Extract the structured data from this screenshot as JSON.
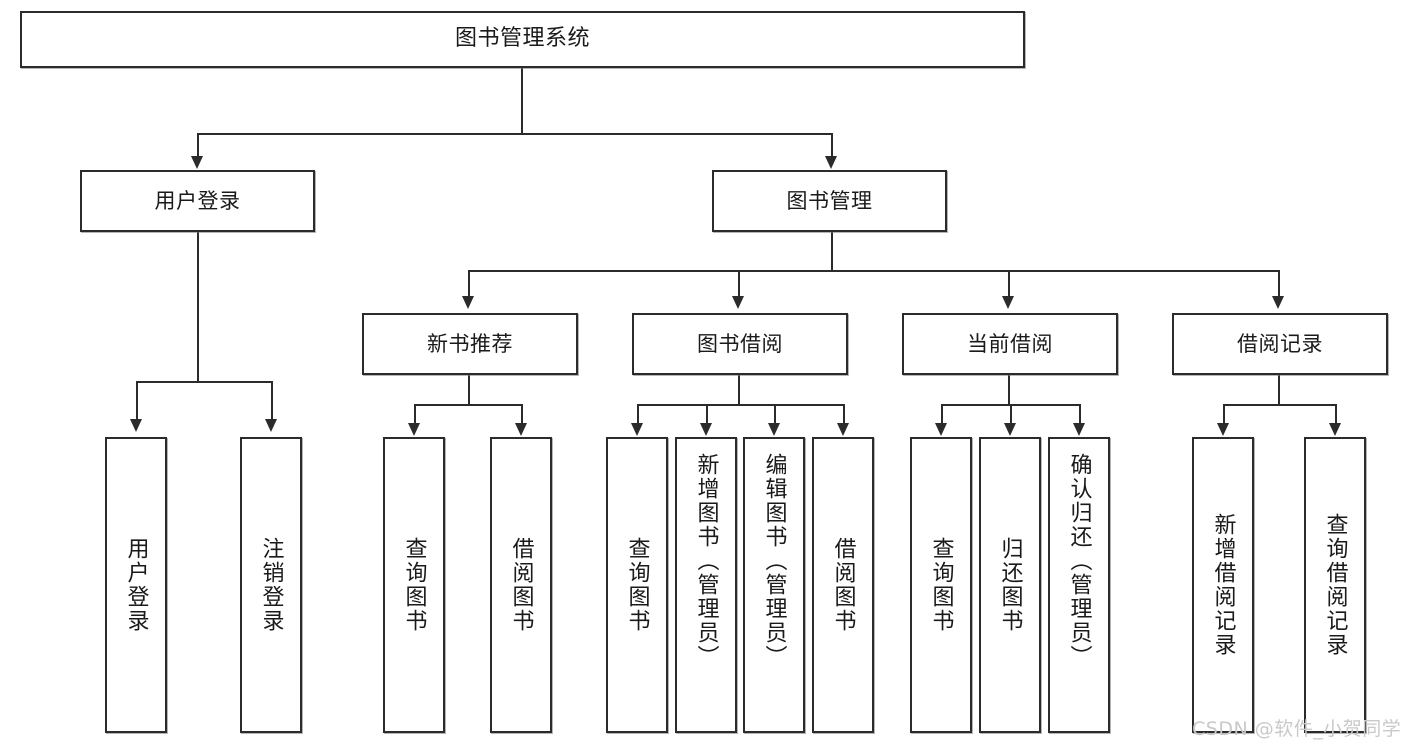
{
  "diagram": {
    "type": "tree",
    "title": "图书管理系统",
    "watermark": "CSDN @软件_小贺同学",
    "nodes": {
      "root": {
        "label": "图书管理系统"
      },
      "user_login": {
        "label": "用户登录"
      },
      "book_manage": {
        "label": "图书管理"
      },
      "new_book_rec": {
        "label": "新书推荐"
      },
      "book_borrow": {
        "label": "图书借阅"
      },
      "current_borrow": {
        "label": "当前借阅"
      },
      "borrow_record": {
        "label": "借阅记录"
      },
      "leaf_user_login": {
        "label": "用户登录"
      },
      "leaf_logout": {
        "label": "注销登录"
      },
      "leaf_query_book_1": {
        "label": "查询图书"
      },
      "leaf_borrow_book_1": {
        "label": "借阅图书"
      },
      "leaf_query_book_2": {
        "label": "查询图书"
      },
      "leaf_add_book": {
        "label": "新增图书（管理员）"
      },
      "leaf_edit_book": {
        "label": "编辑图书（管理员）"
      },
      "leaf_borrow_book_2": {
        "label": "借阅图书"
      },
      "leaf_query_book_3": {
        "label": "查询图书"
      },
      "leaf_return_book": {
        "label": "归还图书"
      },
      "leaf_confirm_return": {
        "label": "确认归还（管理员）"
      },
      "leaf_add_record": {
        "label": "新增借阅记录"
      },
      "leaf_query_record": {
        "label": "查询借阅记录"
      }
    },
    "edges": [
      {
        "from": "root",
        "to": "user_login"
      },
      {
        "from": "root",
        "to": "book_manage"
      },
      {
        "from": "user_login",
        "to": "leaf_user_login"
      },
      {
        "from": "user_login",
        "to": "leaf_logout"
      },
      {
        "from": "book_manage",
        "to": "new_book_rec"
      },
      {
        "from": "book_manage",
        "to": "book_borrow"
      },
      {
        "from": "book_manage",
        "to": "current_borrow"
      },
      {
        "from": "book_manage",
        "to": "borrow_record"
      },
      {
        "from": "new_book_rec",
        "to": "leaf_query_book_1"
      },
      {
        "from": "new_book_rec",
        "to": "leaf_borrow_book_1"
      },
      {
        "from": "book_borrow",
        "to": "leaf_query_book_2"
      },
      {
        "from": "book_borrow",
        "to": "leaf_add_book"
      },
      {
        "from": "book_borrow",
        "to": "leaf_edit_book"
      },
      {
        "from": "book_borrow",
        "to": "leaf_borrow_book_2"
      },
      {
        "from": "current_borrow",
        "to": "leaf_query_book_3"
      },
      {
        "from": "current_borrow",
        "to": "leaf_return_book"
      },
      {
        "from": "current_borrow",
        "to": "leaf_confirm_return"
      },
      {
        "from": "borrow_record",
        "to": "leaf_add_record"
      },
      {
        "from": "borrow_record",
        "to": "leaf_query_record"
      }
    ],
    "colors": {
      "border": "#2b2b2b",
      "text": "#1a1a1a",
      "background": "#ffffff",
      "watermark": "#c9c9c9"
    }
  }
}
